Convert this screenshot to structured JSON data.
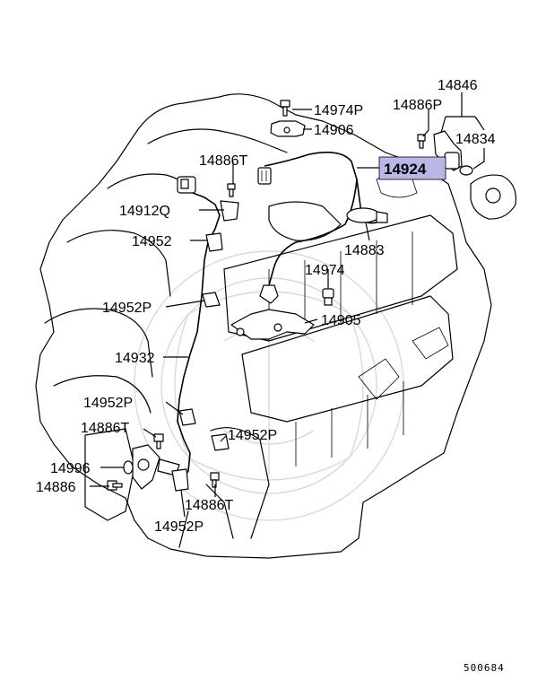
{
  "diagram_code": "500684",
  "highlight_color": "#b8b8e8",
  "callouts": {
    "c14846": "14846",
    "c14886P_top": "14886P",
    "c14834": "14834",
    "c14974P": "14974P",
    "c14906": "14906",
    "c14886T_top": "14886T",
    "c14924": "14924",
    "c14912Q": "14912Q",
    "c14952_top": "14952",
    "c14883": "14883",
    "c14974": "14974",
    "c14952P_a": "14952P",
    "c14905": "14905",
    "c14932": "14932",
    "c14952P_b": "14952P",
    "c14886T_mid": "14886T",
    "c14952P_c": "14952P",
    "c14996": "14996",
    "c14886": "14886",
    "c14886T_bot": "14886T",
    "c14952P_d": "14952P"
  }
}
